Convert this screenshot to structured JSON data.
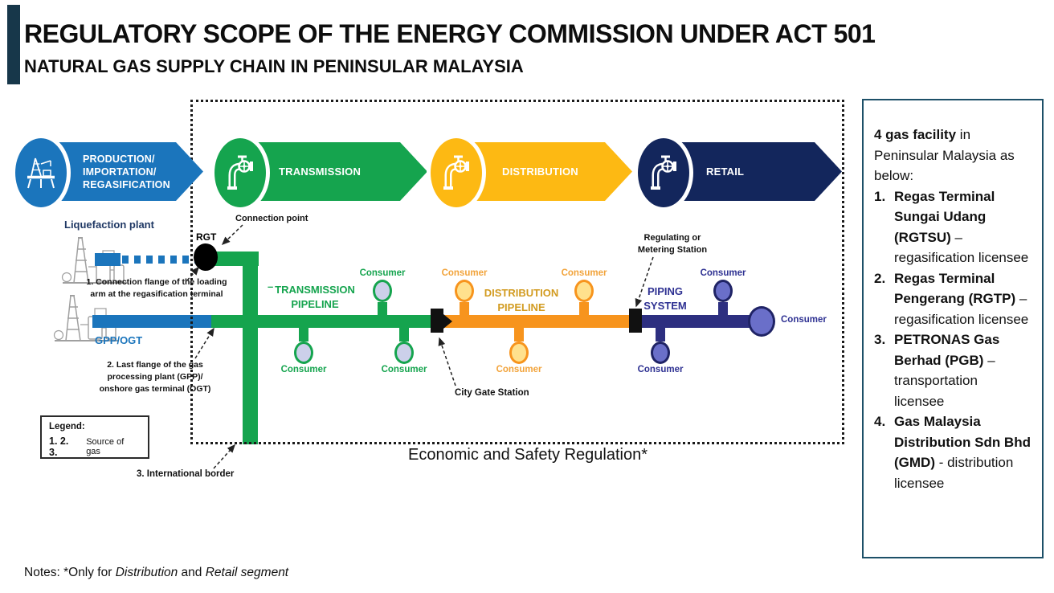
{
  "colors": {
    "accent_bar": "#17374a",
    "production_blue": "#1b75bc",
    "transmission_green": "#15a44e",
    "distribution_yellow": "#fdb913",
    "distribution_orange": "#f7941d",
    "retail_navy": "#13265c",
    "piping_indigo": "#2d2f80",
    "panel_border": "#1d5068"
  },
  "header": {
    "title": "REGULATORY SCOPE OF THE ENERGY COMMISSION UNDER ACT 501",
    "subtitle": "NATURAL GAS SUPPLY CHAIN IN PENINSULAR MALAYSIA"
  },
  "stages": [
    {
      "label": "PRODUCTION/\nIMPORTATION/\nREGASIFICATION",
      "icon": "oil-rig-icon",
      "color": "#1b75bc"
    },
    {
      "label": "TRANSMISSION",
      "icon": "pipeline-valve-icon",
      "color": "#15a44e"
    },
    {
      "label": "DISTRIBUTION",
      "icon": "pipeline-valve-icon",
      "color": "#fdb913"
    },
    {
      "label": "RETAIL",
      "icon": "pipeline-valve-icon",
      "color": "#13265c"
    }
  ],
  "diagram": {
    "liquefaction_plant": "Liquefaction plant",
    "connection_point": "Connection point",
    "rgt": "RGT",
    "note1": "1. Connection flange of the loading\narm at the regasification terminal",
    "gpp_ogt": "GPP/OGT",
    "note2": "2. Last flange of the gas\nprocessing plant (GPP)/\nonshore gas terminal (OGT)",
    "dash": "–",
    "transmission_pipeline": "TRANSMISSION\nPIPELINE",
    "distribution_pipeline": "DISTRIBUTION\nPIPELINE",
    "piping_system": "PIPING\nSYSTEM",
    "regulating_station": "Regulating or\nMetering Station",
    "city_gate_station": "City Gate Station",
    "international_border": "3. International border",
    "consumer": "Consumer",
    "economic_safety": "Economic and Safety Regulation*",
    "legend": {
      "title": "Legend:",
      "nums": "1. 2. 3.",
      "text": "Source of gas"
    }
  },
  "panel": {
    "intro_bold": "4 gas facility",
    "intro_rest": " in Peninsular Malaysia as below:",
    "items": [
      {
        "num": "1.",
        "bold": "Regas Terminal Sungai Udang (RGTSU)",
        "rest": " – regasification licensee"
      },
      {
        "num": "2.",
        "bold": "Regas Terminal Pengerang (RGTP)",
        "rest": " – regasification licensee"
      },
      {
        "num": "3.",
        "bold": "PETRONAS Gas Berhad (PGB)",
        "rest": " – transportation licensee"
      },
      {
        "num": "4.",
        "bold": "Gas Malaysia Distribution Sdn Bhd (GMD)",
        "rest": " - distribution licensee"
      }
    ]
  },
  "notes": {
    "prefix": "Notes: *Only for ",
    "italic1": "Distribution",
    "mid": " and ",
    "italic2": "Retail segment"
  }
}
